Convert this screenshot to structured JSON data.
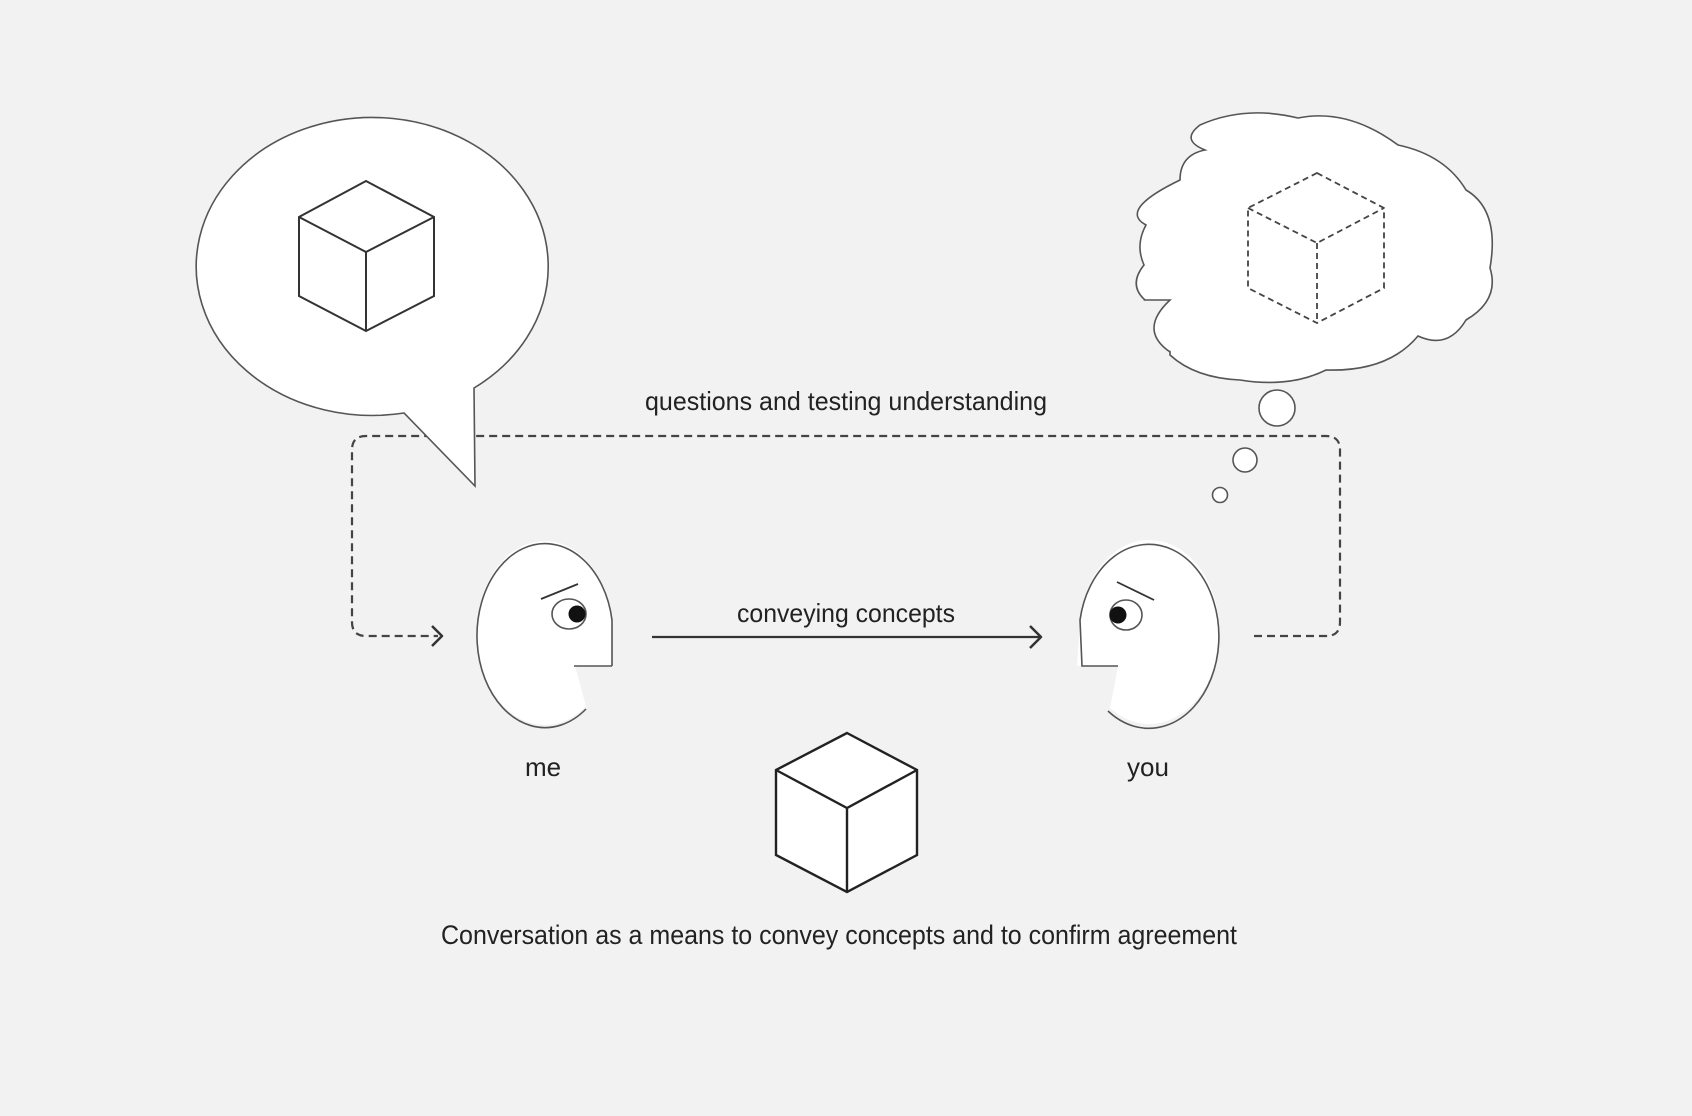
{
  "diagram": {
    "caption": "Conversation as a means to convey concepts and to confirm agreement",
    "labels": {
      "feedback_loop": "questions and testing understanding",
      "forward_arrow": "conveying concepts",
      "speaker": "me",
      "listener": "you"
    },
    "nodes": [
      {
        "id": "me",
        "type": "face",
        "facing": "right",
        "label_key": "speaker"
      },
      {
        "id": "you",
        "type": "face",
        "facing": "left",
        "label_key": "listener"
      },
      {
        "id": "speech-bubble",
        "type": "speech-bubble",
        "contains": "solid-cube",
        "owner": "me"
      },
      {
        "id": "thought-bubble",
        "type": "thought-bubble",
        "contains": "dashed-cube",
        "owner": "you"
      },
      {
        "id": "shared-concept",
        "type": "solid-cube"
      }
    ],
    "edges": [
      {
        "from": "me",
        "to": "you",
        "style": "solid",
        "label_key": "forward_arrow"
      },
      {
        "from": "you",
        "to": "me",
        "style": "dashed",
        "label_key": "feedback_loop"
      }
    ],
    "colors": {
      "background": "#f2f2f2",
      "stroke": "#333333",
      "fill": "#ffffff",
      "text": "#222222"
    }
  }
}
